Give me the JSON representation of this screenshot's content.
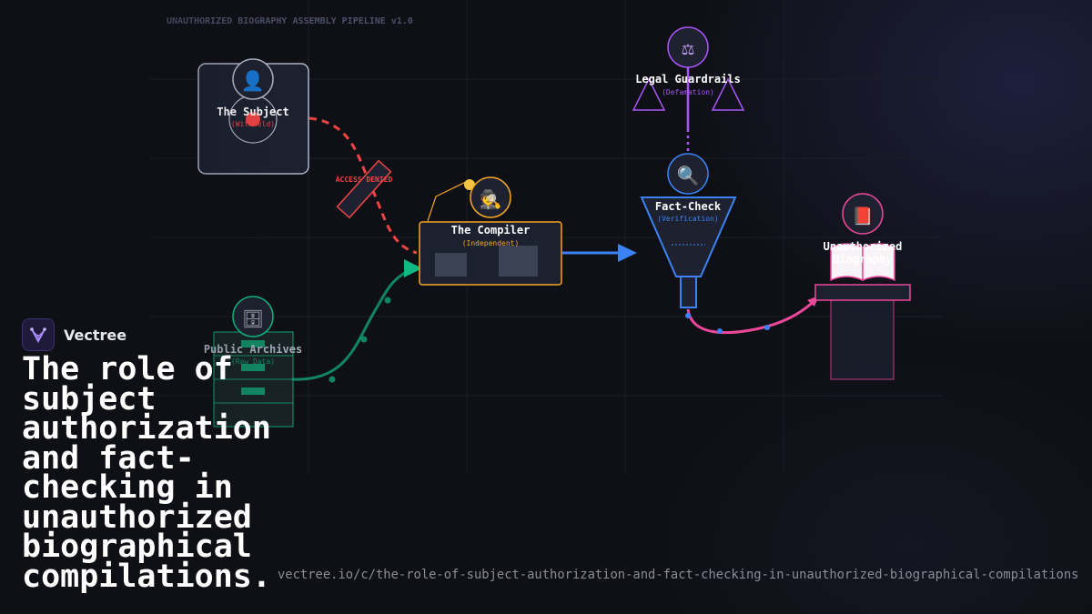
{
  "diagram": {
    "title": "UNAUTHORIZED BIOGRAPHY ASSEMBLY PIPELINE v1.0",
    "nodes": {
      "subject": {
        "label": "The Subject",
        "sublabel": "(Withheld)",
        "icon": "person-icon"
      },
      "archives": {
        "label": "Public Archives",
        "sublabel": "(Raw Data)",
        "icon": "file-cabinet-icon"
      },
      "compiler": {
        "label": "The Compiler",
        "sublabel": "(Independent)",
        "icon": "detective-icon"
      },
      "legal": {
        "label": "Legal Guardrails",
        "sublabel": "(Defamation)",
        "icon": "scales-icon"
      },
      "factcheck": {
        "label": "Fact-Check",
        "sublabel": "(Verification)",
        "icon": "magnifier-icon"
      },
      "biography": {
        "label_line1": "Unauthorized",
        "label_line2": "Biography",
        "icon": "book-icon"
      }
    },
    "access_denied_label": "ACCESS DENIED",
    "colors": {
      "subject": "#d7dbe8",
      "denied": "#ef4444",
      "archives": "#10b981",
      "compiler": "#f5a524",
      "legal": "#a855f7",
      "factcheck": "#3b82f6",
      "biography": "#ec4899"
    }
  },
  "brand": {
    "name": "Vectree",
    "logo_icon": "vectree-logo-icon"
  },
  "headline": "The role of subject authorization and fact-checking in unauthorized biographical compilations.",
  "url": "vectree.io/c/the-role-of-subject-authorization-and-fact-checking-in-unauthorized-biographical-compilations"
}
